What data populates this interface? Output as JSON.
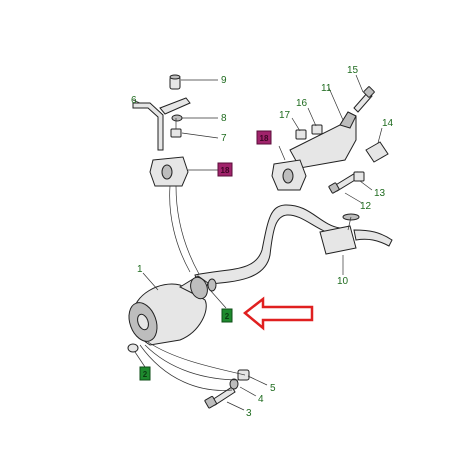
{
  "labels": {
    "l1": "1",
    "l3": "3",
    "l4": "4",
    "l5": "5",
    "l6": "6",
    "l7": "7",
    "l8": "8",
    "l9": "9",
    "l10": "10",
    "l11": "11",
    "l12": "12",
    "l13": "13",
    "l14": "14",
    "l15": "15",
    "l16": "16",
    "l17": "17",
    "callout_2a": "2",
    "callout_2b": "2",
    "callout_18a": "18",
    "callout_18b": "18"
  },
  "colors": {
    "label_text": "#1f6b1f",
    "callout_green": "#1e8a2e",
    "callout_magenta": "#a0236b",
    "arrow_red": "#e02020"
  }
}
